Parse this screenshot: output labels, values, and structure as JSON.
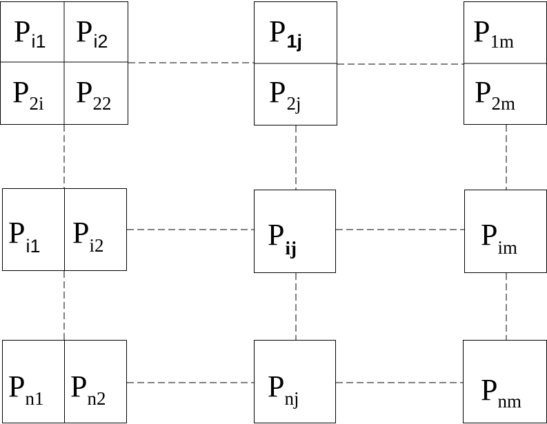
{
  "diagram": {
    "stroke_color": "#000000",
    "background": "#ffffff",
    "cells": [
      {
        "id": "r1c1",
        "base": "P",
        "sub": "i1"
      },
      {
        "id": "r1c2",
        "base": "P",
        "sub": "i2"
      },
      {
        "id": "r1c3",
        "base": "P",
        "sub": "1j"
      },
      {
        "id": "r1c4",
        "base": "P",
        "sub": "1m"
      },
      {
        "id": "r2c1",
        "base": "P",
        "sub": "2i"
      },
      {
        "id": "r2c2",
        "base": "P",
        "sub": "22"
      },
      {
        "id": "r2c3",
        "base": "P",
        "sub": "2j"
      },
      {
        "id": "r2c4",
        "base": "P",
        "sub": "2m"
      },
      {
        "id": "r3c1",
        "base": "P",
        "sub": "i1"
      },
      {
        "id": "r3c2",
        "base": "P",
        "sub": "i2"
      },
      {
        "id": "r3c3",
        "base": "P",
        "sub": "ij"
      },
      {
        "id": "r3c4",
        "base": "P",
        "sub": "im"
      },
      {
        "id": "r4c1",
        "base": "P",
        "sub": "n1"
      },
      {
        "id": "r4c2",
        "base": "P",
        "sub": "n2"
      },
      {
        "id": "r4c3",
        "base": "P",
        "sub": "nj"
      },
      {
        "id": "r4c4",
        "base": "P",
        "sub": "nm"
      }
    ]
  }
}
